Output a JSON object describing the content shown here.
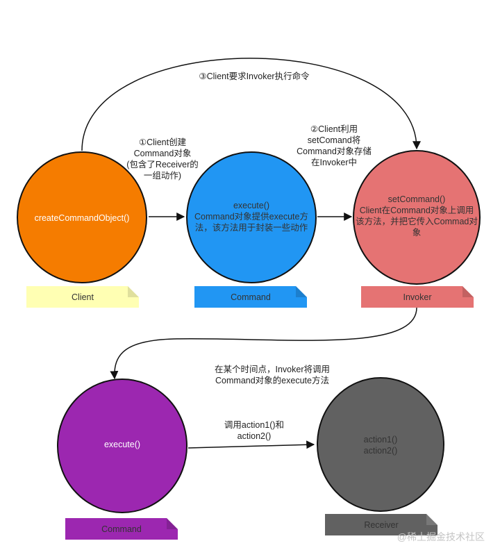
{
  "nodes": {
    "client": {
      "text": [
        "createCommandObject()"
      ],
      "fill": "#f57c00",
      "text_color": "#ffffff"
    },
    "command_top": {
      "text": [
        "execute()",
        "Command对象提供execute方",
        "法，该方法用于封装一些动作"
      ],
      "fill": "#2196f3",
      "text_color": "#333333"
    },
    "invoker": {
      "text": [
        "setCommand()",
        "Client在Command对象上调用",
        "该方法，并把它传入Commad对",
        "象"
      ],
      "fill": "#e57373",
      "text_color": "#333333"
    },
    "command_bottom": {
      "text": [
        "execute()"
      ],
      "fill": "#9c27b0",
      "text_color": "#ffffff"
    },
    "receiver": {
      "text": [
        "action1()",
        "action2()"
      ],
      "fill": "#616161",
      "text_color": "#333333"
    }
  },
  "notes": {
    "client": {
      "label": "Client",
      "fill": "#ffffb3",
      "text_color": "#333333"
    },
    "command_top": {
      "label": "Command",
      "fill": "#2196f3",
      "text_color": "#333333"
    },
    "invoker": {
      "label": "Invoker",
      "fill": "#e57373",
      "text_color": "#333333"
    },
    "command_bottom": {
      "label": "Command",
      "fill": "#9c27b0",
      "text_color": "#333333"
    },
    "receiver": {
      "label": "Receiver",
      "fill": "#616161",
      "text_color": "#333333"
    }
  },
  "edge_labels": {
    "step3": [
      "③Client要求Invoker执行命令"
    ],
    "step1": [
      "①Client创建",
      "Command对象",
      "(包含了Receiver的",
      "一组动作)"
    ],
    "step2": [
      "②Client利用",
      "setComand将",
      "Command对象存储",
      "在Invoker中"
    ],
    "later": [
      "在某个时间点，Invoker将调用",
      "Command对象的execute方法"
    ],
    "call": [
      "调用action1()和",
      "action2()"
    ]
  },
  "watermark": "@稀土掘金技术社区"
}
